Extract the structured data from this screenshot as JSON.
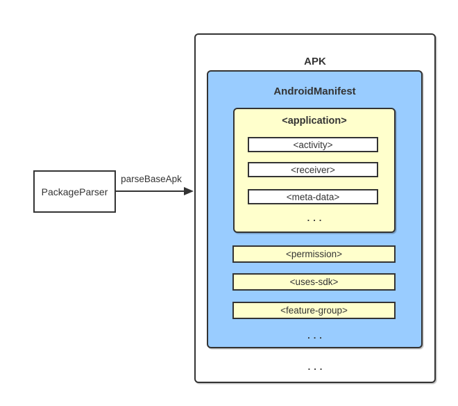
{
  "diagram": {
    "source_node": {
      "label": "PackageParser"
    },
    "arrow": {
      "label": "parseBaseApk"
    },
    "apk": {
      "title": "APK",
      "ellipsis": "...",
      "manifest": {
        "title": "AndroidManifest",
        "ellipsis": "...",
        "application": {
          "title": "<application>",
          "children": [
            "<activity>",
            "<receiver>",
            "<meta-data>"
          ],
          "ellipsis": "..."
        },
        "siblings": [
          "<permission>",
          "<uses-sdk>",
          "<feature-group>"
        ]
      }
    },
    "colors": {
      "border": "#333333",
      "manifest_fill": "#99CCFF",
      "element_fill": "#FFFFCC",
      "node_fill": "#FFFFFF"
    }
  }
}
